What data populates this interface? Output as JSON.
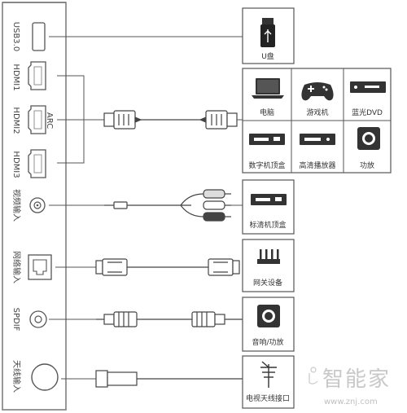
{
  "ports": [
    {
      "id": "usb",
      "label": "USB3.0"
    },
    {
      "id": "hdmi1",
      "label": "HDMI1"
    },
    {
      "id": "hdmi2",
      "label": "HDMI2"
    },
    {
      "id": "hdmi3",
      "label": "HDMI3"
    },
    {
      "id": "av",
      "label": "视频输入"
    },
    {
      "id": "lan",
      "label": "网络输入"
    },
    {
      "id": "spdif",
      "label": "SPDIF"
    },
    {
      "id": "antenna",
      "label": "天线输入"
    }
  ],
  "arc_label": "ARC",
  "devices": {
    "udisk": "U盘",
    "computer": "电脑",
    "gamepad": "游戏机",
    "bluray": "蓝光DVD",
    "digital_stb": "数字机顶盒",
    "hd_player": "高清播放器",
    "amplifier": "功放",
    "sd_stb": "标清机顶盒",
    "gateway": "网关设备",
    "audio_amp": "音响/功放",
    "tv_antenna": "电视天线接口"
  },
  "watermark": {
    "brand": "智能家",
    "url": "www.znj.com"
  }
}
